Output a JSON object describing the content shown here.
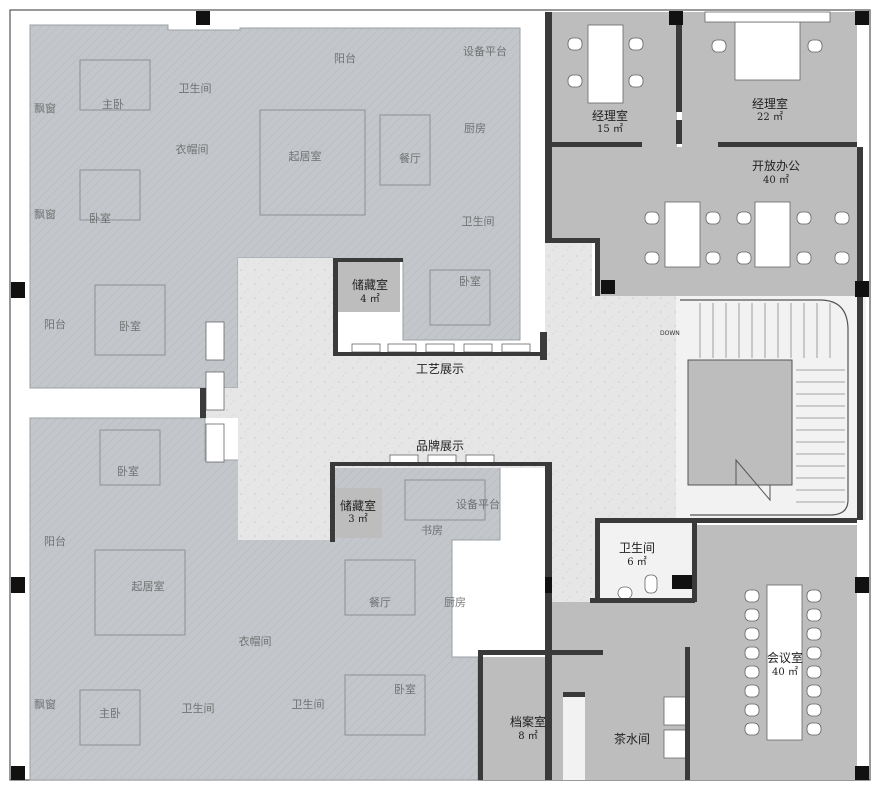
{
  "rooms": {
    "manager_15": {
      "name": "经理室",
      "area": "15 ㎡"
    },
    "manager_22": {
      "name": "经理室",
      "area": "22 ㎡"
    },
    "open_office": {
      "name": "开放办公",
      "area": "40 ㎡"
    },
    "storage_4": {
      "name": "储藏室",
      "area": "4 ㎡"
    },
    "storage_3": {
      "name": "储藏室",
      "area": "3 ㎡"
    },
    "craft_display": {
      "name": "工艺展示"
    },
    "brand_display": {
      "name": "品牌展示"
    },
    "restroom_6": {
      "name": "卫生间",
      "area": "6 ㎡"
    },
    "meeting_40": {
      "name": "会议室",
      "area": "40 ㎡"
    },
    "archive_8": {
      "name": "档案室",
      "area": "8 ㎡"
    },
    "tea_room": {
      "name": "茶水间"
    }
  },
  "stair": {
    "label": "DOWN"
  },
  "ghost_labels": {
    "balcony_top": "阳台",
    "equipment_platform_top": "设备平台",
    "master_bed_top": "主卧",
    "bathroom_top": "卫生间",
    "bay_window_1": "飘窗",
    "closet_top": "衣帽间",
    "living_top": "起居室",
    "dining_top": "餐厅",
    "kitchen_top": "厨房",
    "bay_window_2": "飘窗",
    "bed_top_1": "卧室",
    "bathroom_top_2": "卫生间",
    "balcony_left": "阳台",
    "bed_top_2": "卧室",
    "bed_top_3": "卧室",
    "bed_bottom_1": "卧室",
    "equipment_platform_bottom": "设备平台",
    "study_bottom": "书房",
    "balcony_bottom": "阳台",
    "living_bottom": "起居室",
    "dining_bottom": "餐厅",
    "kitchen_bottom": "厨房",
    "closet_bottom": "衣帽间",
    "bay_window_3": "飘窗",
    "master_bed_bottom": "主卧",
    "bathroom_bottom_1": "卫生间",
    "bathroom_bottom_2": "卫生间",
    "bed_bottom_2": "卧室"
  },
  "colors": {
    "wall": "#3a3a3a",
    "room_fill": "#bdbdbd",
    "corridor_fill": "#e4e4e4",
    "ghost_fill": "#c4c8cc",
    "furniture": "#ffffff"
  }
}
